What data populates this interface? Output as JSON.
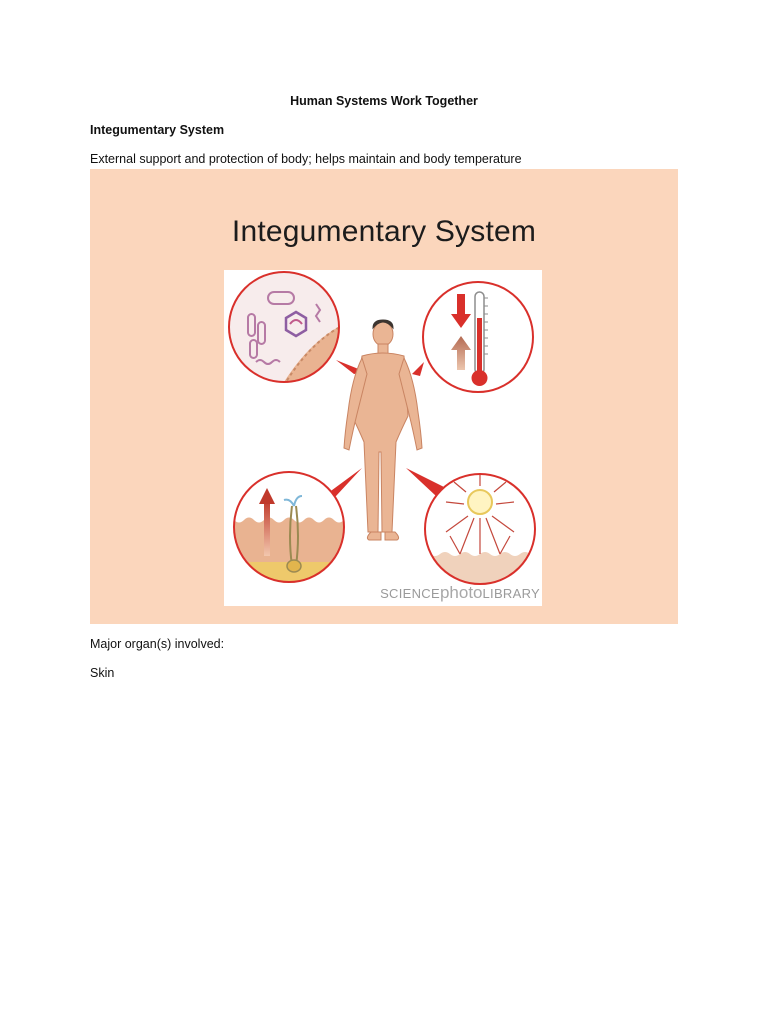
{
  "document": {
    "title": "Human Systems Work Together",
    "section_heading": "Integumentary System",
    "description": "External support and protection of body; helps maintain and body temperature",
    "organs_label": "Major organ(s) involved:",
    "organ_value": "Skin"
  },
  "figure": {
    "heading": "Integumentary System",
    "credit_prefix": "SCIENCE",
    "credit_accent": "photo",
    "credit_suffix": "LIBRARY",
    "panel_color": "#fbd6bc",
    "skin_color": "#e9b391",
    "accent_red": "#d9302b"
  }
}
